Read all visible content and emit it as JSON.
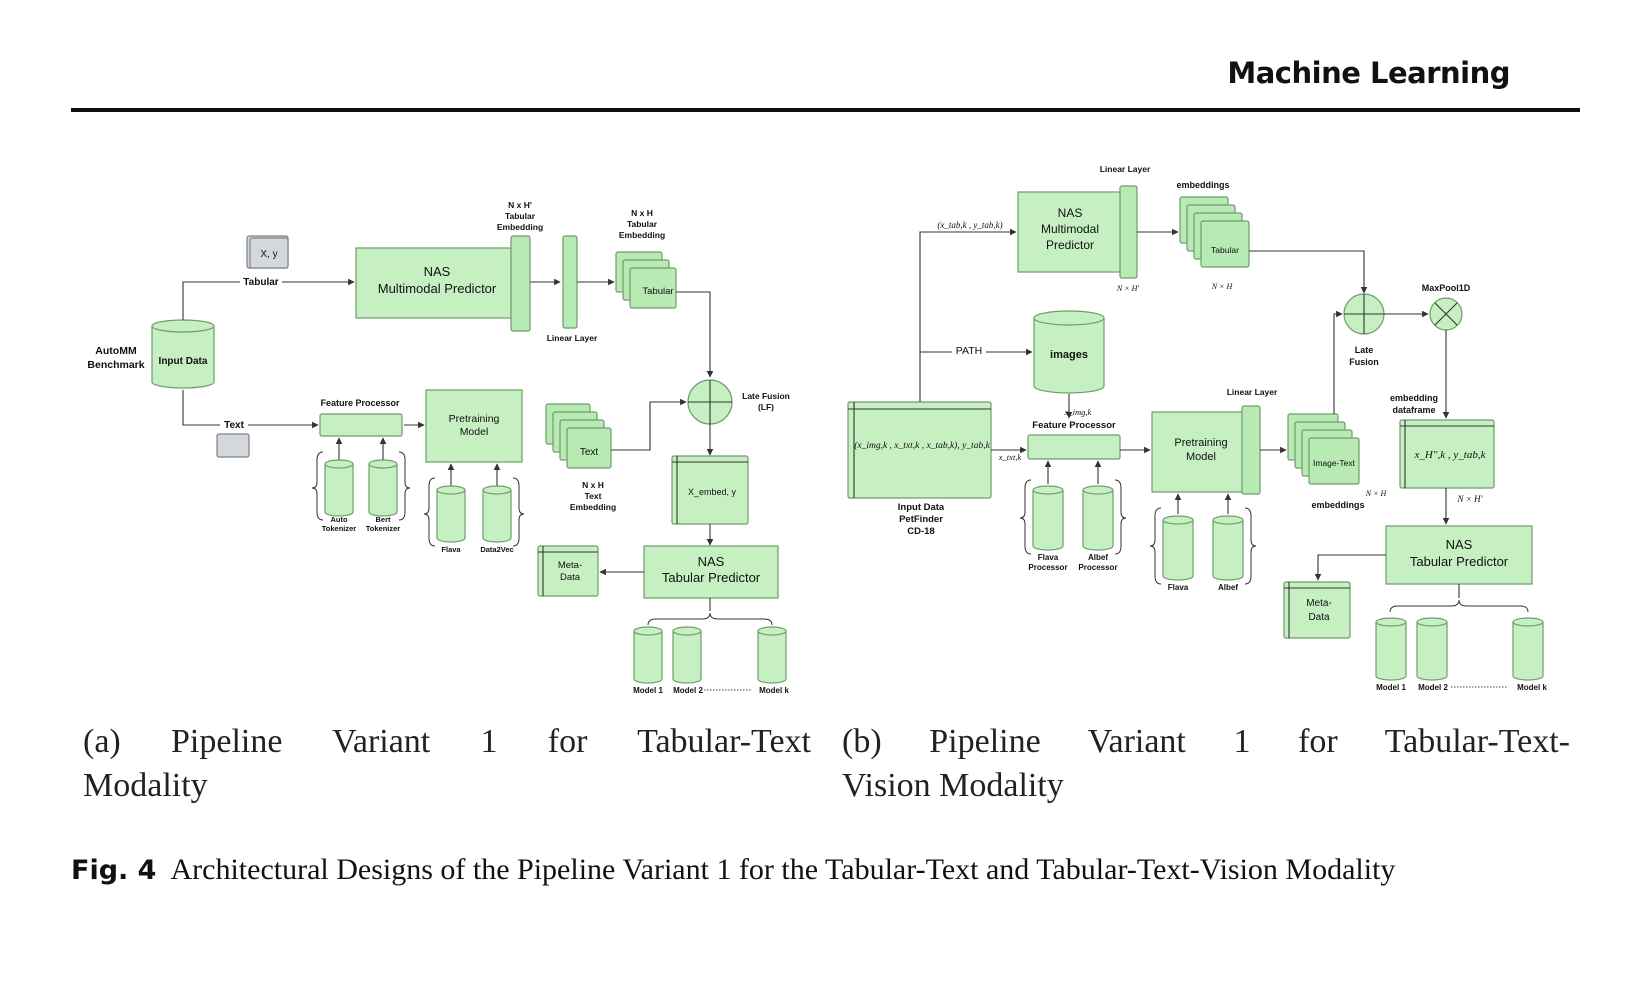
{
  "header": {
    "journal": "Machine Learning"
  },
  "diagram_a": {
    "xy": "X, y",
    "tabular": "Tabular",
    "text": "Text",
    "benchmark_1": "AutoMM",
    "benchmark_2": "Benchmark",
    "input_data": "Input Data",
    "nas_mm_1": "NAS",
    "nas_mm_2": "Multimodal Predictor",
    "tab_emb_prime_1": "N x H'",
    "tab_emb_prime_2": "Tabular",
    "tab_emb_prime_3": "Embedding",
    "linear_layer": "Linear Layer",
    "tab_emb_1": "N x H",
    "tab_emb_2": "Tabular",
    "tab_emb_3": "Embedding",
    "tabular_card": "Tabular",
    "feature_processor": "Feature Processor",
    "auto_tok_1": "Auto",
    "auto_tok_2": "Tokenizer",
    "bert_tok_1": "Bert",
    "bert_tok_2": "Tokenizer",
    "pretraining_1": "Pretraining",
    "pretraining_2": "Model",
    "flava": "Flava",
    "data2vec": "Data2Vec",
    "text_card": "Text",
    "text_emb_1": "N x H",
    "text_emb_2": "Text",
    "text_emb_3": "Embedding",
    "late_fusion_1": "Late Fusion",
    "late_fusion_2": "(LF)",
    "x_embed": "X_embed, y",
    "meta_1": "Meta-",
    "meta_2": "Data",
    "nas_tab_1": "NAS",
    "nas_tab_2": "Tabular Predictor",
    "model_1": "Model 1",
    "model_2": "Model 2",
    "model_k": "Model k"
  },
  "diagram_b": {
    "linear_layer_top": "Linear Layer",
    "embeddings_top": "embeddings",
    "tab_tuple": "(x_tab,k , y_tab,k)",
    "nas_mm_1": "NAS",
    "nas_mm_2": "Multimodal",
    "nas_mm_3": "Predictor",
    "n_h_prime": "N × H'",
    "n_h": "N × H",
    "tabular_card": "Tabular",
    "maxpool": "MaxPool1D",
    "path": "PATH",
    "images": "images",
    "late_fusion_1": "Late",
    "late_fusion_2": "Fusion",
    "linear_layer_mid": "Linear Layer",
    "x_img": "x_img,k",
    "feature_processor": "Feature Processor",
    "input_tuple": "(x_img,k , x_txt,k , x_tab,k), y_tab,k",
    "x_txt": "x_txt,k",
    "input_data_1": "Input Data",
    "input_data_2": "PetFinder",
    "input_data_3": "CD-18",
    "pretraining_1": "Pretraining",
    "pretraining_2": "Model",
    "flava_proc_1": "Flava",
    "flava_proc_2": "Processor",
    "albef_proc_1": "Albef",
    "albef_proc_2": "Processor",
    "flava": "Flava",
    "albef": "Albef",
    "image_text_card": "Image-Text",
    "n_h_2": "N × H",
    "embeddings_bottom": "embeddings",
    "embedding_df_1": "embedding",
    "embedding_df_2": "dataframe",
    "df_tuple": "x_H'',k , y_tab,k",
    "n_h_prime_2": "N × H'",
    "nas_tab_1": "NAS",
    "nas_tab_2": "Tabular Predictor",
    "meta_1": "Meta-",
    "meta_2": "Data",
    "model_1": "Model 1",
    "model_2": "Model 2",
    "model_k": "Model k"
  },
  "captions": {
    "sub_a_line1": "(a) Pipeline Variant 1 for Tabular-Text",
    "sub_a_line2": "Modality",
    "sub_b_line1": "(b) Pipeline Variant 1 for Tabular-Text-",
    "sub_b_line2": "Vision Modality",
    "fig_label": "Fig. 4",
    "fig_text": "Architectural Designs of the Pipeline Variant 1 for the Tabular-Text and Tabular-Text-Vision Modality"
  },
  "colors": {
    "box_fill": "#c6f0c2",
    "box_stroke": "#7aa877",
    "card_fill": "#b8eab3",
    "gray_fill": "#d4d8dc"
  }
}
